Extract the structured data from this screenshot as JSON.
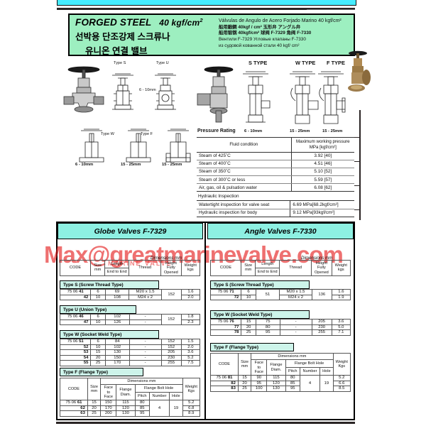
{
  "header": {
    "title_en": "FORGED STEEL",
    "title_rating": "40 kgf/cm",
    "title_rating_sup": "2",
    "title_kr1": "선박용 단조강제 스크류나",
    "title_kr2": "유니온 연결 밸브",
    "lines": [
      "Válvulas de Angulo de Acero Forjado Marino 40 kgf/cm²",
      "船用鍛鋼 40kgf / cm²  玉形弁 アングル弁",
      "船用锻钢 40kgf/cm²   球阀 F-7329 角阀 F-7330",
      "Вентили F-7329  Угловые клапаны F-7330",
      "из судовой кованной стали 40 kgf/ cm²"
    ]
  },
  "drawings": {
    "left": {
      "labels": [
        "Type S",
        "Type U",
        "Type W",
        "Type F"
      ],
      "sizes": [
        "6 - 10mm",
        "6 - 10mm",
        "15 - 25mm",
        "15 - 25mm"
      ]
    },
    "right": {
      "labels": [
        "S TYPE",
        "W TYPE",
        "F TYPE"
      ],
      "sizes": [
        "6 - 10mm",
        "15 - 25mm",
        "15 - 25mm"
      ]
    }
  },
  "pressure": {
    "caption": "Pressure Rating",
    "col1_header": "Fluid condition",
    "col2_header_l1": "Maximum working pressure",
    "col2_header_l2": "MPa [kgf/cm²]",
    "rows": [
      {
        "condition": "Steam of 425˚C",
        "pressure": "3.92 [40]"
      },
      {
        "condition": "Steam of 400˚C",
        "pressure": "4.51 [46]"
      },
      {
        "condition": "Steam of 350˚C",
        "pressure": "5.10 [52]"
      },
      {
        "condition": "Steam of 300˚C or less",
        "pressure": "5.59 [57]"
      },
      {
        "condition": "Air, gas, oil & pulsation water",
        "pressure": "6.08 [62]"
      }
    ],
    "hydraulic_title": "Hydraulic Inspection",
    "hydraulic_rows": [
      {
        "label": "Watertight inspection for valve seat",
        "value": "6.69  MPa[68.2kgf/cm²]"
      },
      {
        "label": "Hydraulic inspection for body",
        "value": "9.12  MPa[93kgf/cm²]"
      }
    ]
  },
  "watermark": {
    "line1": "Max@greatmarinevalve.com",
    "line2": "MARINE VALVE"
  },
  "globe": {
    "heading_l": "Globe",
    "heading_r": "Valves F-7329",
    "dim_caption": "Dimensions mm",
    "headers": {
      "code": "CODE",
      "size": "Size\nmm",
      "length": "Length",
      "end_to_end": "End to End",
      "thread": "Thread",
      "height": "Height\nFully\nOpened",
      "weight": "Weight\nkgs"
    },
    "groups": [
      {
        "type_label": "Type S (Screw Thread Type)",
        "code_prefix": "75 06",
        "rows": [
          {
            "code": "41",
            "size": "6",
            "length": "69",
            "thread": "M20 x 1.5",
            "height": "152",
            "weight": "1.6"
          },
          {
            "code": "42",
            "size": "10",
            "length": "108",
            "thread": "M24 x 2",
            "height": "",
            "weight": "2.0"
          }
        ]
      },
      {
        "type_label": "Type U (Union Type)",
        "code_prefix": "75 06",
        "rows": [
          {
            "code": "46",
            "size": "6",
            "length": "102",
            "thread": "-",
            "height": "152",
            "weight": "1.8"
          },
          {
            "code": "47",
            "size": "10",
            "length": "126",
            "thread": "-",
            "height": "",
            "weight": "2.3"
          }
        ]
      },
      {
        "type_label": "Type W (Socket Weld Type)",
        "code_prefix": "75 06",
        "rows": [
          {
            "code": "51",
            "size": "6",
            "length": "84",
            "thread": "-",
            "height": "152",
            "weight": "1.5"
          },
          {
            "code": "52",
            "size": "10",
            "length": "102",
            "thread": "-",
            "height": "152",
            "weight": "2.0"
          },
          {
            "code": "53",
            "size": "15",
            "length": "130",
            "thread": "-",
            "height": "205",
            "weight": "3.6"
          },
          {
            "code": "54",
            "size": "20",
            "length": "150",
            "thread": "-",
            "height": "230",
            "weight": "5.2"
          },
          {
            "code": "55",
            "size": "25",
            "length": "170",
            "thread": "-",
            "height": "255",
            "weight": "7.5"
          }
        ]
      }
    ],
    "flange": {
      "type_label": "Type F (Flange Type)",
      "dim_caption": "Dimensions mm",
      "headers": {
        "code": "CODE",
        "size": "Size\nmm",
        "face": "Face\nto\nFace",
        "flange_diam": "Flange\nDiam.",
        "bolt_hole": "Flange Bolt Hole",
        "pitch": "Pitch",
        "number": "Number",
        "hole": "Hole",
        "weight": "Weight\nKgs"
      },
      "code_prefix": "75 06",
      "rows": [
        {
          "code": "61",
          "size": "15",
          "face": "150",
          "diam": "115",
          "pitch": "80",
          "number": "4",
          "hole": "19",
          "weight": "5.2"
        },
        {
          "code": "62",
          "size": "20",
          "face": "170",
          "diam": "120",
          "pitch": "85",
          "number": "",
          "hole": "",
          "weight": "6.8"
        },
        {
          "code": "63",
          "size": "25",
          "face": "200",
          "diam": "130",
          "pitch": "95",
          "number": "",
          "hole": "",
          "weight": "8.9"
        }
      ]
    }
  },
  "angle": {
    "heading_l": "Angle",
    "heading_r": "Valves F-7330",
    "dim_caption": "Dimensions mm",
    "headers": {
      "code": "CODE",
      "size": "Size\nmm",
      "length": "Length",
      "end_to_end": "End to End",
      "thread": "Thread",
      "height": "Height\nFully\nOpened",
      "weight": "Weight\nkgs"
    },
    "groups": [
      {
        "type_label": "Type S (Screw Thread Type)",
        "code_prefix": "75 06",
        "rows": [
          {
            "code": "71",
            "size": "6",
            "length": "51",
            "thread": "M20 x 1.5",
            "height": "136",
            "weight": "1.6"
          },
          {
            "code": "72",
            "size": "10",
            "length": "",
            "thread": "M24 x 2",
            "height": "",
            "weight": "1.9"
          }
        ]
      },
      {
        "type_label": "Type W (Socket Weld Type)",
        "code_prefix": "75 06",
        "rows": [
          {
            "code": "76",
            "size": "15",
            "length": "75",
            "thread": "-",
            "height": "205",
            "weight": "3.6"
          },
          {
            "code": "77",
            "size": "20",
            "length": "80",
            "thread": "-",
            "height": "230",
            "weight": "5.0"
          },
          {
            "code": "78",
            "size": "25",
            "length": "95",
            "thread": "-",
            "height": "255",
            "weight": "7.1"
          }
        ]
      }
    ],
    "flange": {
      "type_label": "Type F (Flange Type)",
      "dim_caption": "Dimensions mm",
      "headers": {
        "code": "CODE",
        "size": "Size\nmm",
        "face": "Face\nto\nFace",
        "flange_diam": "Flange\nDiam.",
        "bolt_hole": "Flange Bolt Hole",
        "pitch": "Pitch",
        "number": "Number",
        "hole": "Hole",
        "weight": "Weight\nKgs"
      },
      "code_prefix": "75 06",
      "rows": [
        {
          "code": "81",
          "size": "15",
          "face": "90",
          "diam": "115",
          "pitch": "80",
          "number": "4",
          "hole": "19",
          "weight": "5.2"
        },
        {
          "code": "82",
          "size": "20",
          "face": "95",
          "diam": "120",
          "pitch": "85",
          "number": "",
          "hole": "",
          "weight": "6.6"
        },
        {
          "code": "83",
          "size": "25",
          "face": "100",
          "diam": "130",
          "pitch": "95",
          "number": "",
          "hole": "",
          "weight": "8.5"
        }
      ]
    }
  },
  "colors": {
    "title_bg": "#9defc0",
    "section_bg": "#8df0e2",
    "type_bar_bg": "#cdf4ea",
    "top_bar": "#45ecff",
    "watermark": "#e41818"
  }
}
